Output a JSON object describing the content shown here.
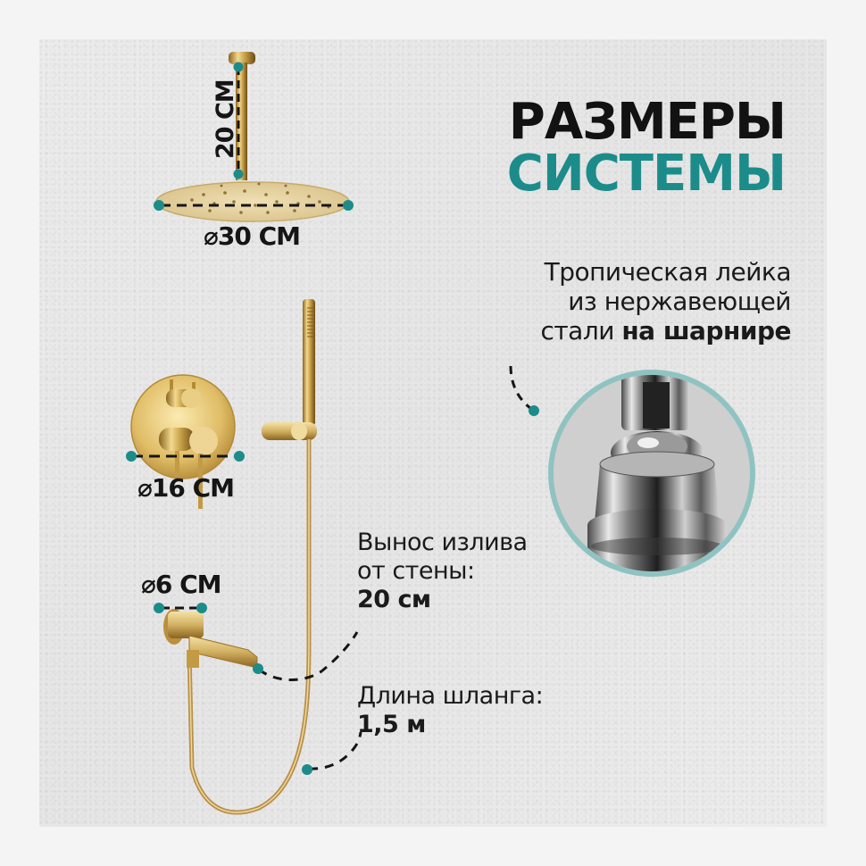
{
  "title": {
    "line1": "РАЗМЕРЫ",
    "line2": "СИСТЕМЫ"
  },
  "feature_callout": {
    "text_regular": "Тропическая лейка из нержавеющей стали",
    "line1": "Тропическая лейка",
    "line2": "из нержавеющей",
    "line3_regular": "стали ",
    "line3_bold": "на шарнире",
    "image": "chrome-swivel-joint-closeup"
  },
  "dimensions": {
    "ceiling_arm_length": "20 СМ",
    "rain_shower_diameter": "⌀30 СМ",
    "mixer_plate_diameter": "⌀16 СМ",
    "spout_flange_diameter": "⌀6 СМ"
  },
  "specs": {
    "spout_reach": {
      "label_line1": "Вынос излива",
      "label_line2": "от стены:",
      "value": "20 см"
    },
    "hose_length": {
      "label": "Длина шланга:",
      "value": "1,5 м"
    }
  },
  "colors": {
    "accent_teal": "#1c8c8a",
    "title_dark": "#121212",
    "gold": "#c9a24a",
    "background": "#e9e9e9",
    "ring_teal": "#8fc3c1"
  }
}
